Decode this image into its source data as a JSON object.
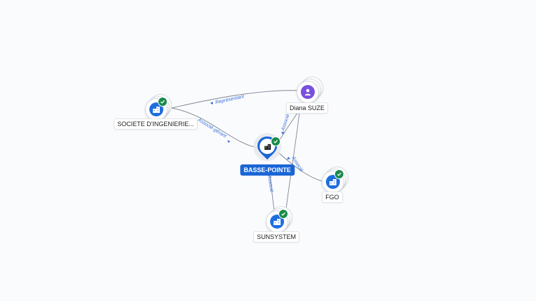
{
  "edges": {
    "representant": "Représentant",
    "associe_gerant": "Associé-gérant",
    "associe_diana": "Associé",
    "associe_fgo": "Associé",
    "associe_sun": "Associé"
  },
  "nodes": {
    "societe": "SOCIETE D'INGENIERIE...",
    "diana": "Diana SUZE",
    "basse_pointe": "BASSE-POINTE",
    "fgo": "FGO",
    "sunsystem": "SUNSYSTEM"
  },
  "colors": {
    "company": "#1f6ee0",
    "person": "#7a4fe0",
    "verified": "#1a8a4a",
    "edge_label": "#3a6fd9"
  },
  "icons": {
    "company": "building-icon",
    "person": "person-icon",
    "verified": "check-badge-icon",
    "main": "map-pin-icon"
  }
}
